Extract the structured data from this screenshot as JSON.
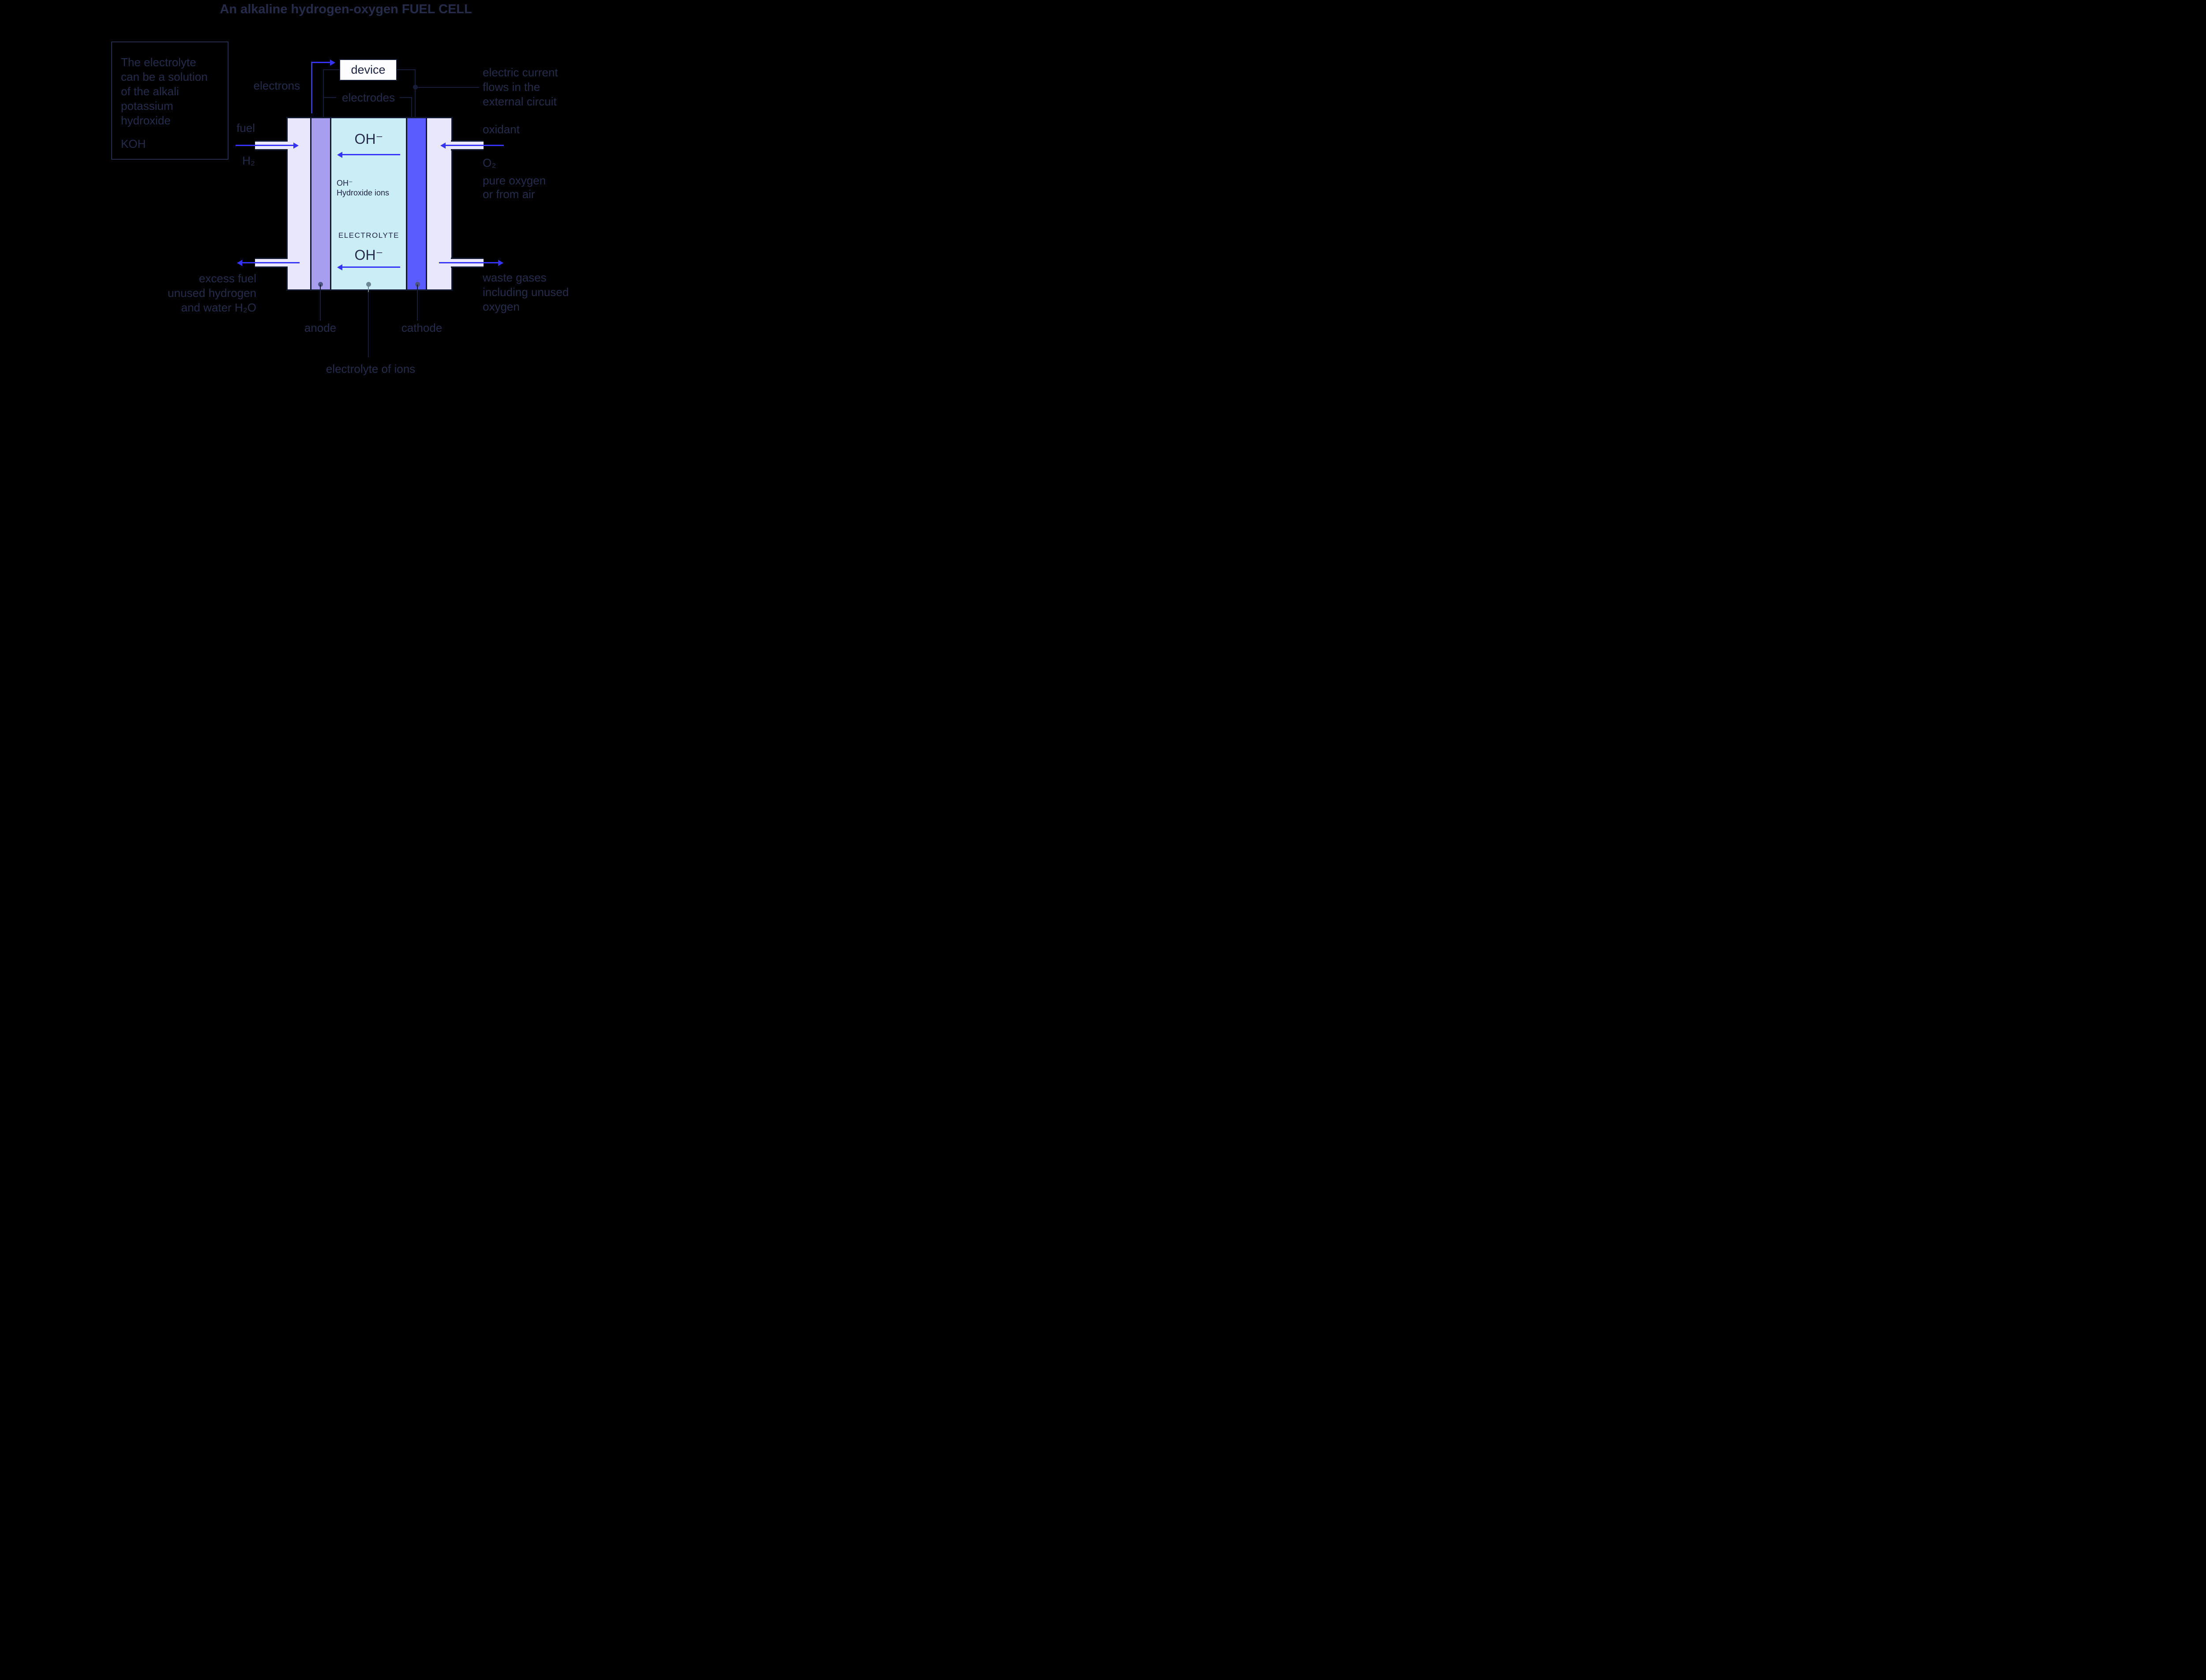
{
  "title": "An alkaline hydrogen-oxygen FUEL CELL",
  "info_box": {
    "text": "The electrolyte\ncan be a solution\nof the alkali\npotassium\nhydroxide",
    "formula": "KOH"
  },
  "device": {
    "label": "device"
  },
  "left_labels": {
    "electrons": "electrons",
    "fuel": "fuel",
    "fuel_formula": "H₂",
    "excess_note": "excess fuel\nunused hydrogen\nand water H₂O"
  },
  "right_labels": {
    "current_note": "electric current\nflows in the\nexternal circuit",
    "oxidant": "oxidant",
    "oxidant_formula": "O₂",
    "oxidant_note": "pure oxygen\nor from air",
    "waste_note": "waste gases\nincluding unused\noxygen"
  },
  "cell": {
    "electrodes": "electrodes",
    "oh_top": "OH⁻",
    "oh_small": "OH⁻\nHydroxide ions",
    "electrolyte_caption": "ELECTROLYTE",
    "oh_bottom": "OH⁻",
    "anode": "anode",
    "cathode": "cathode",
    "electrolyte_ions": "electrolyte of ions"
  },
  "colors": {
    "bg": "#000000",
    "ink": "#252b49",
    "line": "#171d36",
    "frame": "#10162b",
    "paper": "#fdfdff",
    "blue": "#3533fa",
    "lavender": "#e9e7fb",
    "anode": "#a89ef0",
    "electrolyte": "#cbeef6",
    "cathode": "#5b5cfd",
    "dot_slate": "#5b608e",
    "dot_dark": "#4f5584",
    "dot_gray": "#6d8794"
  }
}
